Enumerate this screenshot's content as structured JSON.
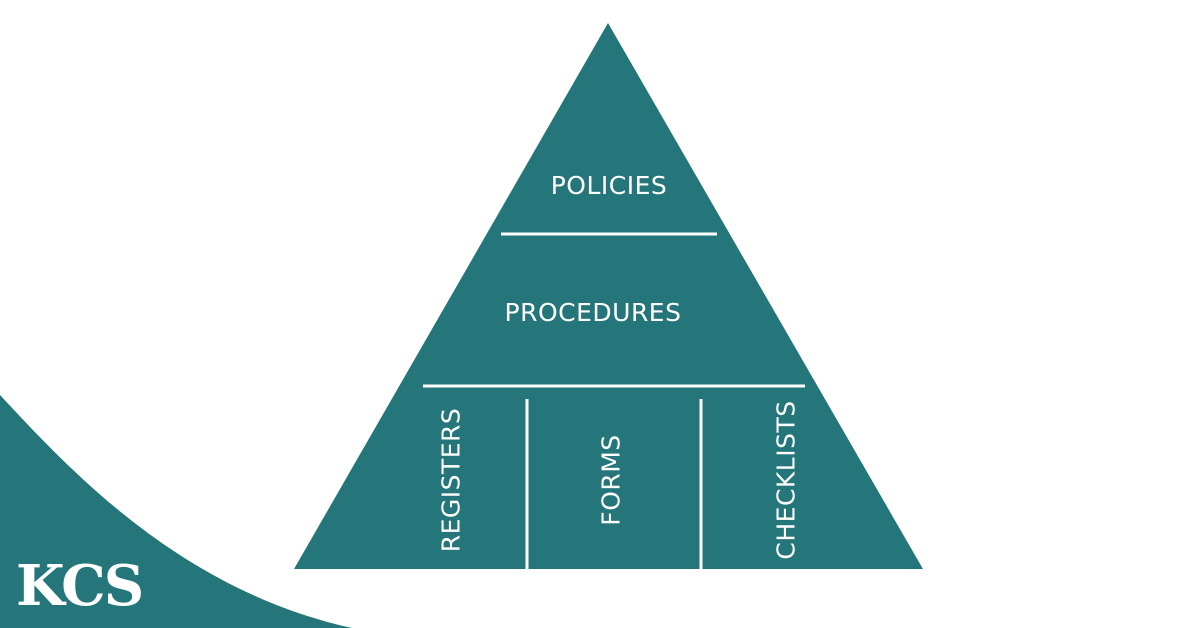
{
  "colors": {
    "primary": "#24767a",
    "divider": "#ffffff",
    "background": "#ffffff"
  },
  "pyramid": {
    "top_tier": {
      "label": "POLICIES"
    },
    "middle_tier": {
      "label": "PROCEDURES"
    },
    "bottom_tier": {
      "columns": [
        {
          "label": "REGISTERS"
        },
        {
          "label": "FORMS"
        },
        {
          "label": "CHECKLISTS"
        }
      ]
    }
  },
  "brand": {
    "logo_text": "KCS"
  }
}
